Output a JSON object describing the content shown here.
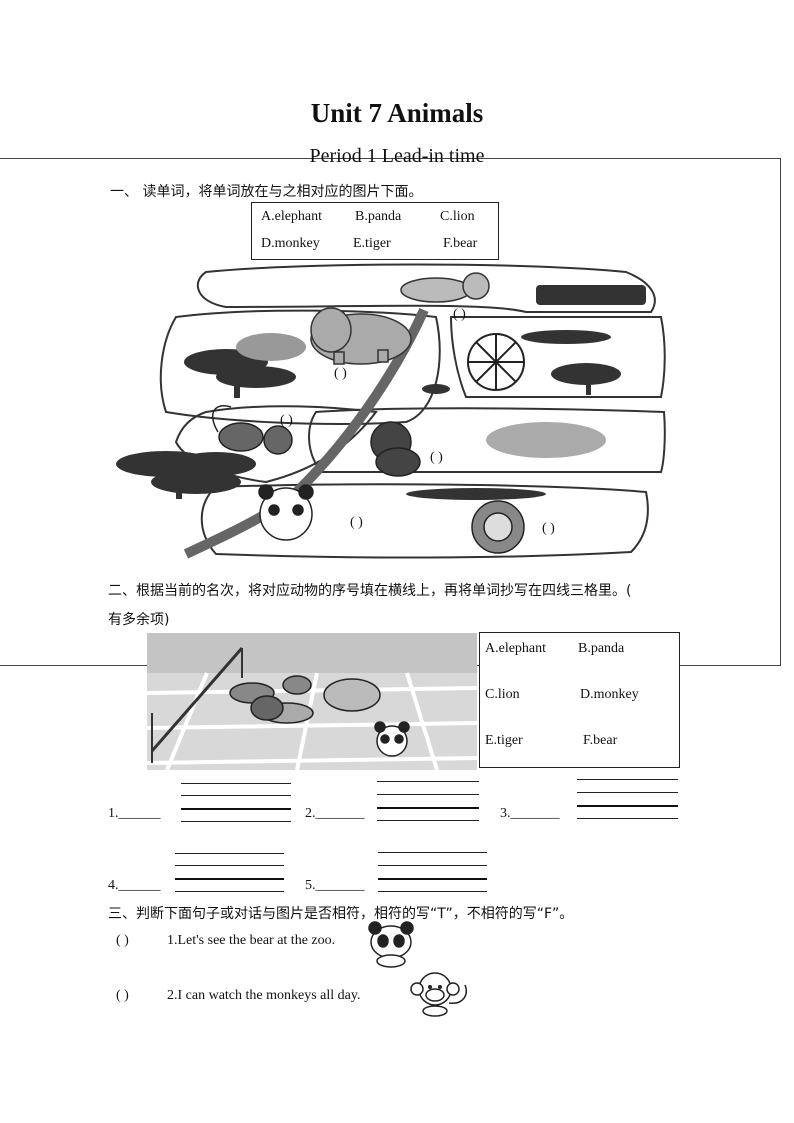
{
  "header": {
    "title": "Unit 7 Animals",
    "subtitle": "Period 1 Lead-in time"
  },
  "section1": {
    "instruction": "一、 读单词，将单词放在与之相对应的图片下面。",
    "options": [
      "A.elephant",
      "B.panda",
      "C.lion",
      "D.monkey",
      "E.tiger",
      "F.bear"
    ],
    "answer_blank": "(      )"
  },
  "section2": {
    "instruction_line1": "二、根据当前的名次，将对应动物的序号填在横线上，再将单词抄写在四线三格里。(",
    "instruction_line2": "有多余项)",
    "options": [
      "A.elephant",
      "B.panda",
      "C.lion",
      "D.monkey",
      "E.tiger",
      "F.bear"
    ],
    "items": [
      "1.______",
      "2._______",
      "3._______",
      "4.______",
      "5._______"
    ]
  },
  "section3": {
    "instruction": "三、判断下面句子或对话与图片是否相符，相符的写“T”，不相符的写“F”。",
    "items": [
      {
        "blank": "(        )",
        "text": "1.Let's see the bear at the zoo."
      },
      {
        "blank": "(        )",
        "text": "2.I can watch the monkeys  all  day."
      }
    ]
  }
}
